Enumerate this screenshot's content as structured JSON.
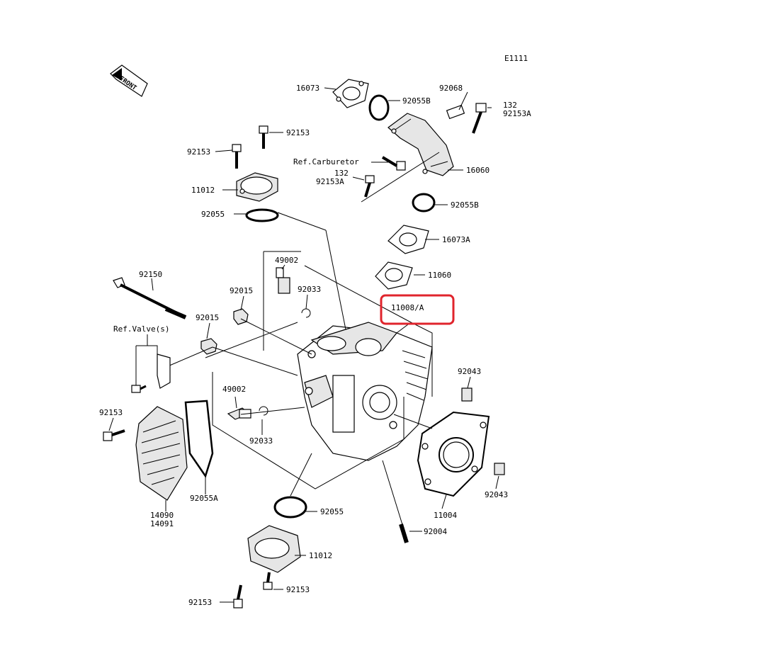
{
  "diagram_code": "E1111",
  "front_label": "FRONT",
  "highlight_color": "#e0242c",
  "labels": {
    "p16073": "16073",
    "p92055B_top": "92055B",
    "p92068": "92068",
    "p132_top": "132",
    "p92153A_top": "92153A",
    "p92153_a": "92153",
    "p92153_b": "92153",
    "ref_carburetor": "Ref.Carburetor",
    "p132_mid": "132",
    "p92153A_mid": "92153A",
    "p16060": "16060",
    "p11012_top": "11012",
    "p92055B_mid": "92055B",
    "p92055_top": "92055",
    "p16073A": "16073A",
    "p49002_top": "49002",
    "p11060": "11060",
    "p92150": "92150",
    "p92015_a": "92015",
    "p92033_top": "92033",
    "p11008A": "11008/A",
    "p92015_b": "92015",
    "ref_valve": "Ref.Valve(s)",
    "p92043_top": "92043",
    "p49002_mid": "49002",
    "p92153_left": "92153",
    "p92033_mid": "92033",
    "p92055A": "92055A",
    "p92043_right": "92043",
    "p11004": "11004",
    "p14090": "14090",
    "p14091": "14091",
    "p92055_bottom": "92055",
    "p92004": "92004",
    "p11012_bottom": "11012",
    "p92153_bottom_r": "92153",
    "p92153_bottom_l": "92153"
  }
}
